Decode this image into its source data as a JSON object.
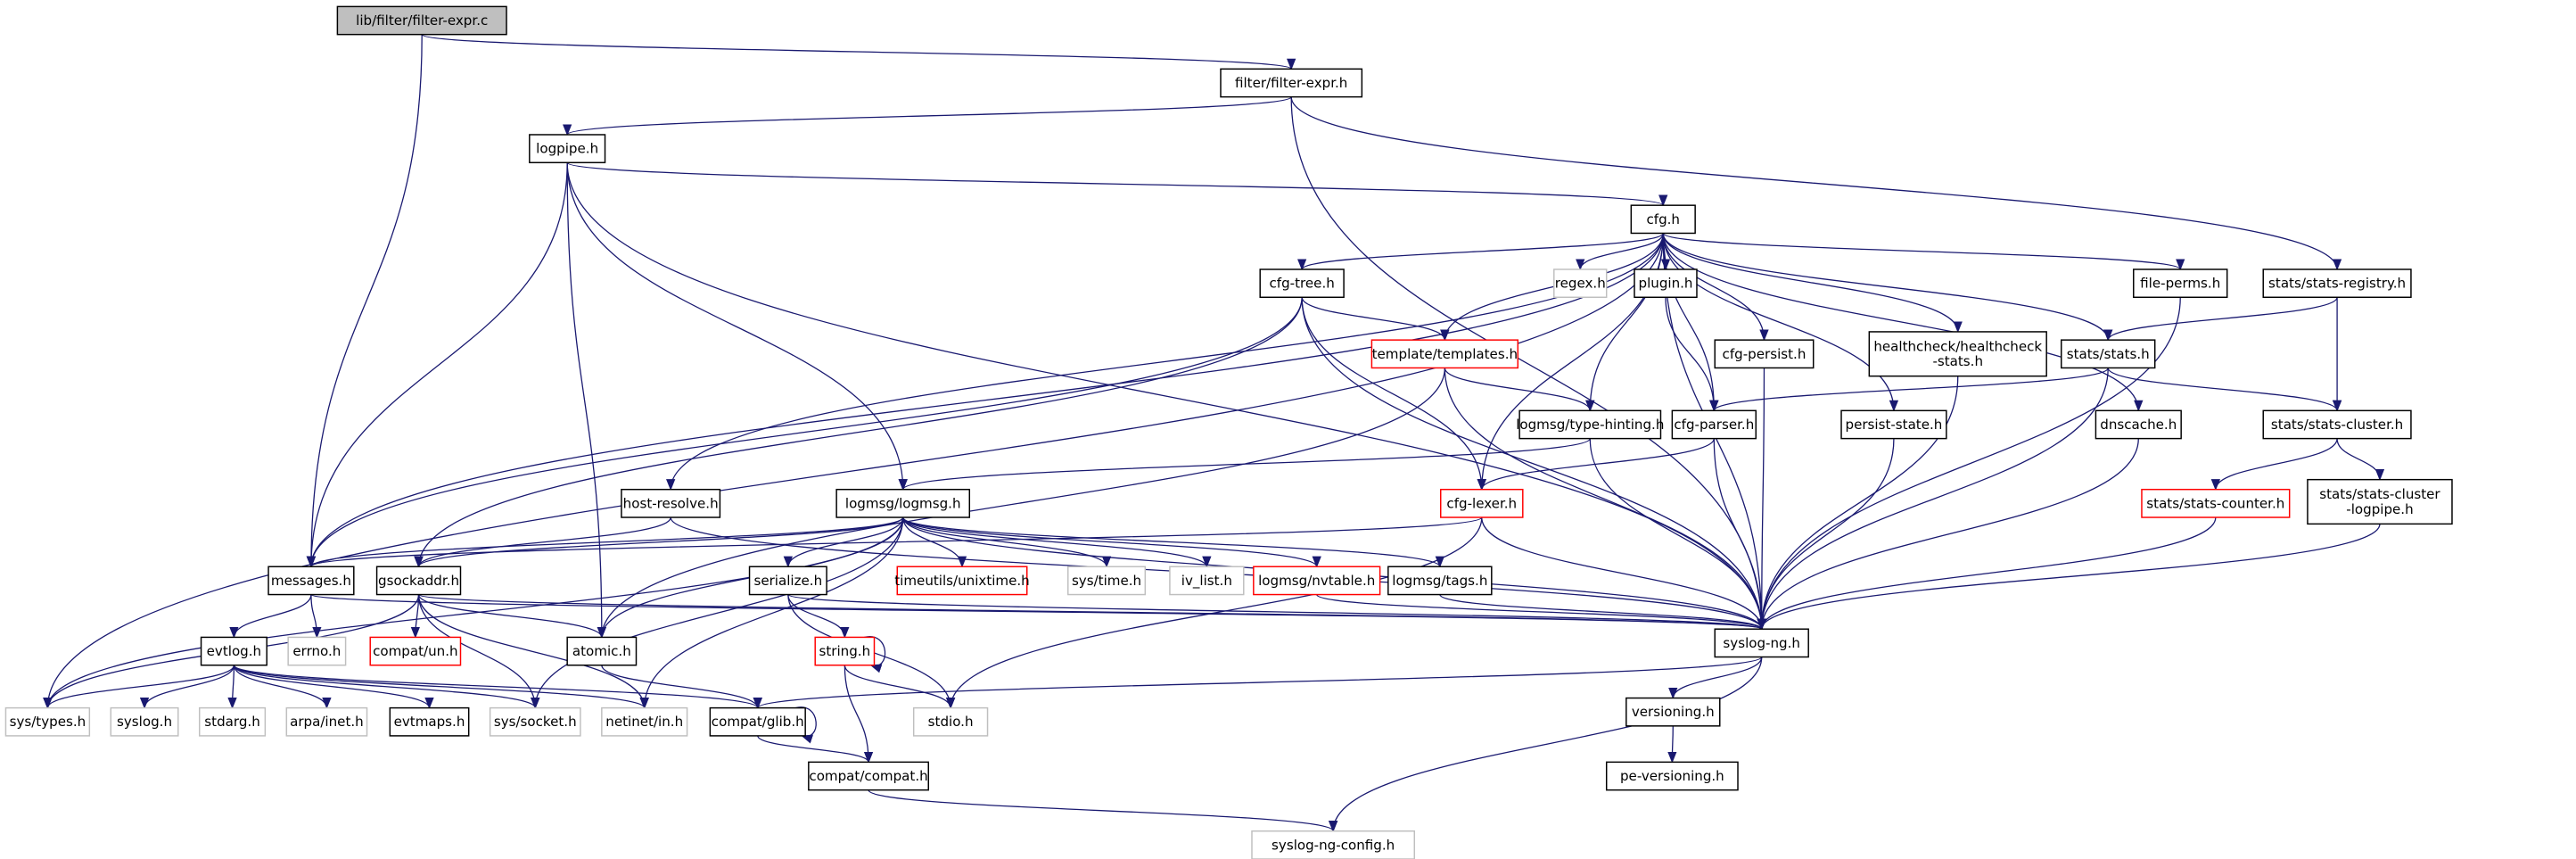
{
  "graph": {
    "edge_color": "#191970",
    "nodes": [
      {
        "id": "root",
        "label": "lib/filter/filter-expr.c",
        "style": "root"
      },
      {
        "id": "filterexprh",
        "label": "filter/filter-expr.h",
        "style": "normal"
      },
      {
        "id": "logpipe",
        "label": "logpipe.h",
        "style": "normal"
      },
      {
        "id": "cfg",
        "label": "cfg.h",
        "style": "normal"
      },
      {
        "id": "cfgtree",
        "label": "cfg-tree.h",
        "style": "normal"
      },
      {
        "id": "regex",
        "label": "regex.h",
        "style": "sys"
      },
      {
        "id": "plugin",
        "label": "plugin.h",
        "style": "normal"
      },
      {
        "id": "fileperms",
        "label": "file-perms.h",
        "style": "normal"
      },
      {
        "id": "statsreg",
        "label": "stats/stats-registry.h",
        "style": "normal"
      },
      {
        "id": "templates",
        "label": "template/templates.h",
        "style": "red"
      },
      {
        "id": "cfgpersist",
        "label": "cfg-persist.h",
        "style": "normal"
      },
      {
        "id": "healthcheck",
        "label": "healthcheck/healthcheck\n-stats.h",
        "style": "normal"
      },
      {
        "id": "stats",
        "label": "stats/stats.h",
        "style": "normal"
      },
      {
        "id": "typehint",
        "label": "logmsg/type-hinting.h",
        "style": "normal"
      },
      {
        "id": "cfgparser",
        "label": "cfg-parser.h",
        "style": "normal"
      },
      {
        "id": "persiststate",
        "label": "persist-state.h",
        "style": "normal"
      },
      {
        "id": "dnscache",
        "label": "dnscache.h",
        "style": "normal"
      },
      {
        "id": "statscluster",
        "label": "stats/stats-cluster.h",
        "style": "normal"
      },
      {
        "id": "hostresolve",
        "label": "host-resolve.h",
        "style": "normal"
      },
      {
        "id": "logmsg",
        "label": "logmsg/logmsg.h",
        "style": "normal"
      },
      {
        "id": "cfglexer",
        "label": "cfg-lexer.h",
        "style": "red"
      },
      {
        "id": "statscounter",
        "label": "stats/stats-counter.h",
        "style": "red"
      },
      {
        "id": "statsclusterlp",
        "label": "stats/stats-cluster\n-logpipe.h",
        "style": "normal"
      },
      {
        "id": "messages",
        "label": "messages.h",
        "style": "normal"
      },
      {
        "id": "gsockaddr",
        "label": "gsockaddr.h",
        "style": "normal"
      },
      {
        "id": "serialize",
        "label": "serialize.h",
        "style": "normal"
      },
      {
        "id": "unixtime",
        "label": "timeutils/unixtime.h",
        "style": "red"
      },
      {
        "id": "systime",
        "label": "sys/time.h",
        "style": "sys"
      },
      {
        "id": "ivlist",
        "label": "iv_list.h",
        "style": "sys"
      },
      {
        "id": "nvtable",
        "label": "logmsg/nvtable.h",
        "style": "red"
      },
      {
        "id": "tags",
        "label": "logmsg/tags.h",
        "style": "normal"
      },
      {
        "id": "syslogng",
        "label": "syslog-ng.h",
        "style": "normal"
      },
      {
        "id": "evtlog",
        "label": "evtlog.h",
        "style": "normal"
      },
      {
        "id": "errno",
        "label": "errno.h",
        "style": "sys"
      },
      {
        "id": "compatun",
        "label": "compat/un.h",
        "style": "red"
      },
      {
        "id": "atomic",
        "label": "atomic.h",
        "style": "normal"
      },
      {
        "id": "string",
        "label": "string.h",
        "style": "red"
      },
      {
        "id": "systypes",
        "label": "sys/types.h",
        "style": "sys"
      },
      {
        "id": "syslog",
        "label": "syslog.h",
        "style": "sys"
      },
      {
        "id": "stdarg",
        "label": "stdarg.h",
        "style": "sys"
      },
      {
        "id": "arpainet",
        "label": "arpa/inet.h",
        "style": "sys"
      },
      {
        "id": "evtmaps",
        "label": "evtmaps.h",
        "style": "normal"
      },
      {
        "id": "syssocket",
        "label": "sys/socket.h",
        "style": "sys"
      },
      {
        "id": "netinet",
        "label": "netinet/in.h",
        "style": "sys"
      },
      {
        "id": "compatglib",
        "label": "compat/glib.h",
        "style": "normal"
      },
      {
        "id": "stdio",
        "label": "stdio.h",
        "style": "sys"
      },
      {
        "id": "versioning",
        "label": "versioning.h",
        "style": "normal"
      },
      {
        "id": "compatcompat",
        "label": "compat/compat.h",
        "style": "normal"
      },
      {
        "id": "peversioning",
        "label": "pe-versioning.h",
        "style": "normal"
      },
      {
        "id": "config",
        "label": "syslog-ng-config.h",
        "style": "sys"
      }
    ],
    "edges": [
      [
        "root",
        "messages"
      ],
      [
        "root",
        "filterexprh"
      ],
      [
        "filterexprh",
        "logpipe"
      ],
      [
        "filterexprh",
        "statsreg"
      ],
      [
        "filterexprh",
        "syslogng"
      ],
      [
        "logpipe",
        "messages"
      ],
      [
        "logpipe",
        "atomic"
      ],
      [
        "logpipe",
        "logmsg"
      ],
      [
        "logpipe",
        "cfg"
      ],
      [
        "logpipe",
        "syslogng"
      ],
      [
        "cfg",
        "systypes"
      ],
      [
        "cfg",
        "messages"
      ],
      [
        "cfg",
        "hostresolve"
      ],
      [
        "cfg",
        "cfgtree"
      ],
      [
        "cfg",
        "templates"
      ],
      [
        "cfg",
        "cfglexer"
      ],
      [
        "cfg",
        "typehint"
      ],
      [
        "cfg",
        "regex"
      ],
      [
        "cfg",
        "plugin"
      ],
      [
        "cfg",
        "cfgpersist"
      ],
      [
        "cfg",
        "cfgparser"
      ],
      [
        "cfg",
        "persiststate"
      ],
      [
        "cfg",
        "healthcheck"
      ],
      [
        "cfg",
        "stats"
      ],
      [
        "cfg",
        "dnscache"
      ],
      [
        "cfg",
        "fileperms"
      ],
      [
        "cfg",
        "syslogng"
      ],
      [
        "cfgtree",
        "messages"
      ],
      [
        "cfgtree",
        "gsockaddr"
      ],
      [
        "cfgtree",
        "templates"
      ],
      [
        "cfgtree",
        "cfglexer"
      ],
      [
        "cfgtree",
        "syslogng"
      ],
      [
        "templates",
        "atomic"
      ],
      [
        "templates",
        "typehint"
      ],
      [
        "templates",
        "syslogng"
      ],
      [
        "typehint",
        "logmsg"
      ],
      [
        "typehint",
        "syslogng"
      ],
      [
        "plugin",
        "cfgparser"
      ],
      [
        "cfgpersist",
        "syslogng"
      ],
      [
        "healthcheck",
        "syslogng"
      ],
      [
        "statsreg",
        "stats"
      ],
      [
        "statsreg",
        "statscluster"
      ],
      [
        "stats",
        "cfgparser"
      ],
      [
        "stats",
        "statscluster"
      ],
      [
        "stats",
        "syslogng"
      ],
      [
        "cfgparser",
        "cfglexer"
      ],
      [
        "cfgparser",
        "syslogng"
      ],
      [
        "persiststate",
        "syslogng"
      ],
      [
        "dnscache",
        "syslogng"
      ],
      [
        "fileperms",
        "syslogng"
      ],
      [
        "statscluster",
        "statscounter"
      ],
      [
        "statscluster",
        "statsclusterlp"
      ],
      [
        "statscounter",
        "syslogng"
      ],
      [
        "statsclusterlp",
        "syslogng"
      ],
      [
        "cfglexer",
        "messages"
      ],
      [
        "cfglexer",
        "syslogng"
      ],
      [
        "cfglexer",
        "stdio"
      ],
      [
        "hostresolve",
        "gsockaddr"
      ],
      [
        "hostresolve",
        "syslogng"
      ],
      [
        "logmsg",
        "messages"
      ],
      [
        "logmsg",
        "gsockaddr"
      ],
      [
        "logmsg",
        "atomic"
      ],
      [
        "logmsg",
        "serialize"
      ],
      [
        "logmsg",
        "unixtime"
      ],
      [
        "logmsg",
        "systime"
      ],
      [
        "logmsg",
        "ivlist"
      ],
      [
        "logmsg",
        "nvtable"
      ],
      [
        "logmsg",
        "tags"
      ],
      [
        "logmsg",
        "syslogng"
      ],
      [
        "logmsg",
        "systypes"
      ],
      [
        "logmsg",
        "syssocket"
      ],
      [
        "logmsg",
        "netinet"
      ],
      [
        "messages",
        "evtlog"
      ],
      [
        "messages",
        "errno"
      ],
      [
        "messages",
        "syslogng"
      ],
      [
        "gsockaddr",
        "systypes"
      ],
      [
        "gsockaddr",
        "compatun"
      ],
      [
        "gsockaddr",
        "atomic"
      ],
      [
        "gsockaddr",
        "syssocket"
      ],
      [
        "gsockaddr",
        "netinet"
      ],
      [
        "gsockaddr",
        "syslogng"
      ],
      [
        "serialize",
        "string"
      ],
      [
        "serialize",
        "stdio"
      ],
      [
        "serialize",
        "syslogng"
      ],
      [
        "nvtable",
        "syslogng"
      ],
      [
        "tags",
        "syslogng"
      ],
      [
        "evtlog",
        "systypes"
      ],
      [
        "evtlog",
        "syslog"
      ],
      [
        "evtlog",
        "stdarg"
      ],
      [
        "evtlog",
        "arpainet"
      ],
      [
        "evtlog",
        "evtmaps"
      ],
      [
        "evtlog",
        "syssocket"
      ],
      [
        "evtlog",
        "netinet"
      ],
      [
        "evtlog",
        "compatglib"
      ],
      [
        "atomic",
        "compatglib"
      ],
      [
        "string",
        "string"
      ],
      [
        "string",
        "stdio"
      ],
      [
        "string",
        "compatcompat"
      ],
      [
        "syslogng",
        "compatglib"
      ],
      [
        "syslogng",
        "versioning"
      ],
      [
        "syslogng",
        "config"
      ],
      [
        "compatglib",
        "compatglib"
      ],
      [
        "compatglib",
        "compatcompat"
      ],
      [
        "versioning",
        "peversioning"
      ],
      [
        "compatcompat",
        "config"
      ]
    ]
  }
}
